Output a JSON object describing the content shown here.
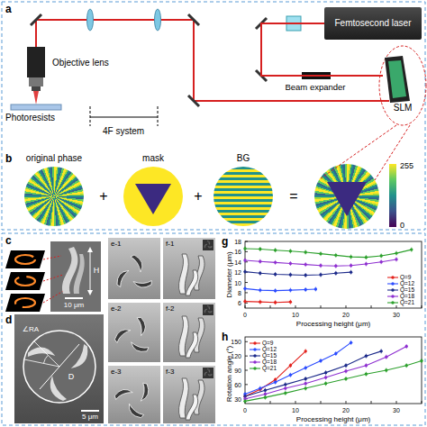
{
  "diagram": {
    "nodes": [
      {
        "text": [
          "Femtosecond laser"
        ]
      },
      {
        "text": [
          "SLM"
        ]
      }
    ],
    "edges": [
      {
        "from": 0,
        "to": 1,
        "arrow": "none"
      }
    ],
    "labels": [
      "a",
      "Objective lens",
      "Photoresists",
      "4F system",
      "Beam expander",
      "b",
      "original phase",
      "mask",
      "BG",
      "+",
      "+",
      "=",
      "255",
      "0",
      "c",
      "H",
      "10 μm",
      "d",
      "∠RA",
      "D",
      "5 μm",
      "e-1",
      "e-2",
      "e-3",
      "f-1",
      "f-2",
      "f-3",
      "g",
      "Diameter (μm)",
      "Processing height (μm)",
      "h",
      "Rotation angle (°)",
      "Processing height (μm)",
      "6",
      "8",
      "10",
      "12",
      "14",
      "16",
      "18",
      "0",
      "10",
      "20",
      "30",
      "30",
      "60",
      "90",
      "120",
      "150",
      "0",
      "10",
      "20",
      "30"
    ],
    "legend": [
      {
        "text": "Q=9"
      },
      {
        "text": "Q=12"
      },
      {
        "text": "Q=15"
      },
      {
        "text": "Q=18"
      },
      {
        "text": "Q=21"
      },
      {
        "text": "Q=9"
      },
      {
        "text": "Q=12"
      },
      {
        "text": "Q=15"
      },
      {
        "text": "Q=18"
      },
      {
        "text": "Q=21"
      }
    ]
  }
}
